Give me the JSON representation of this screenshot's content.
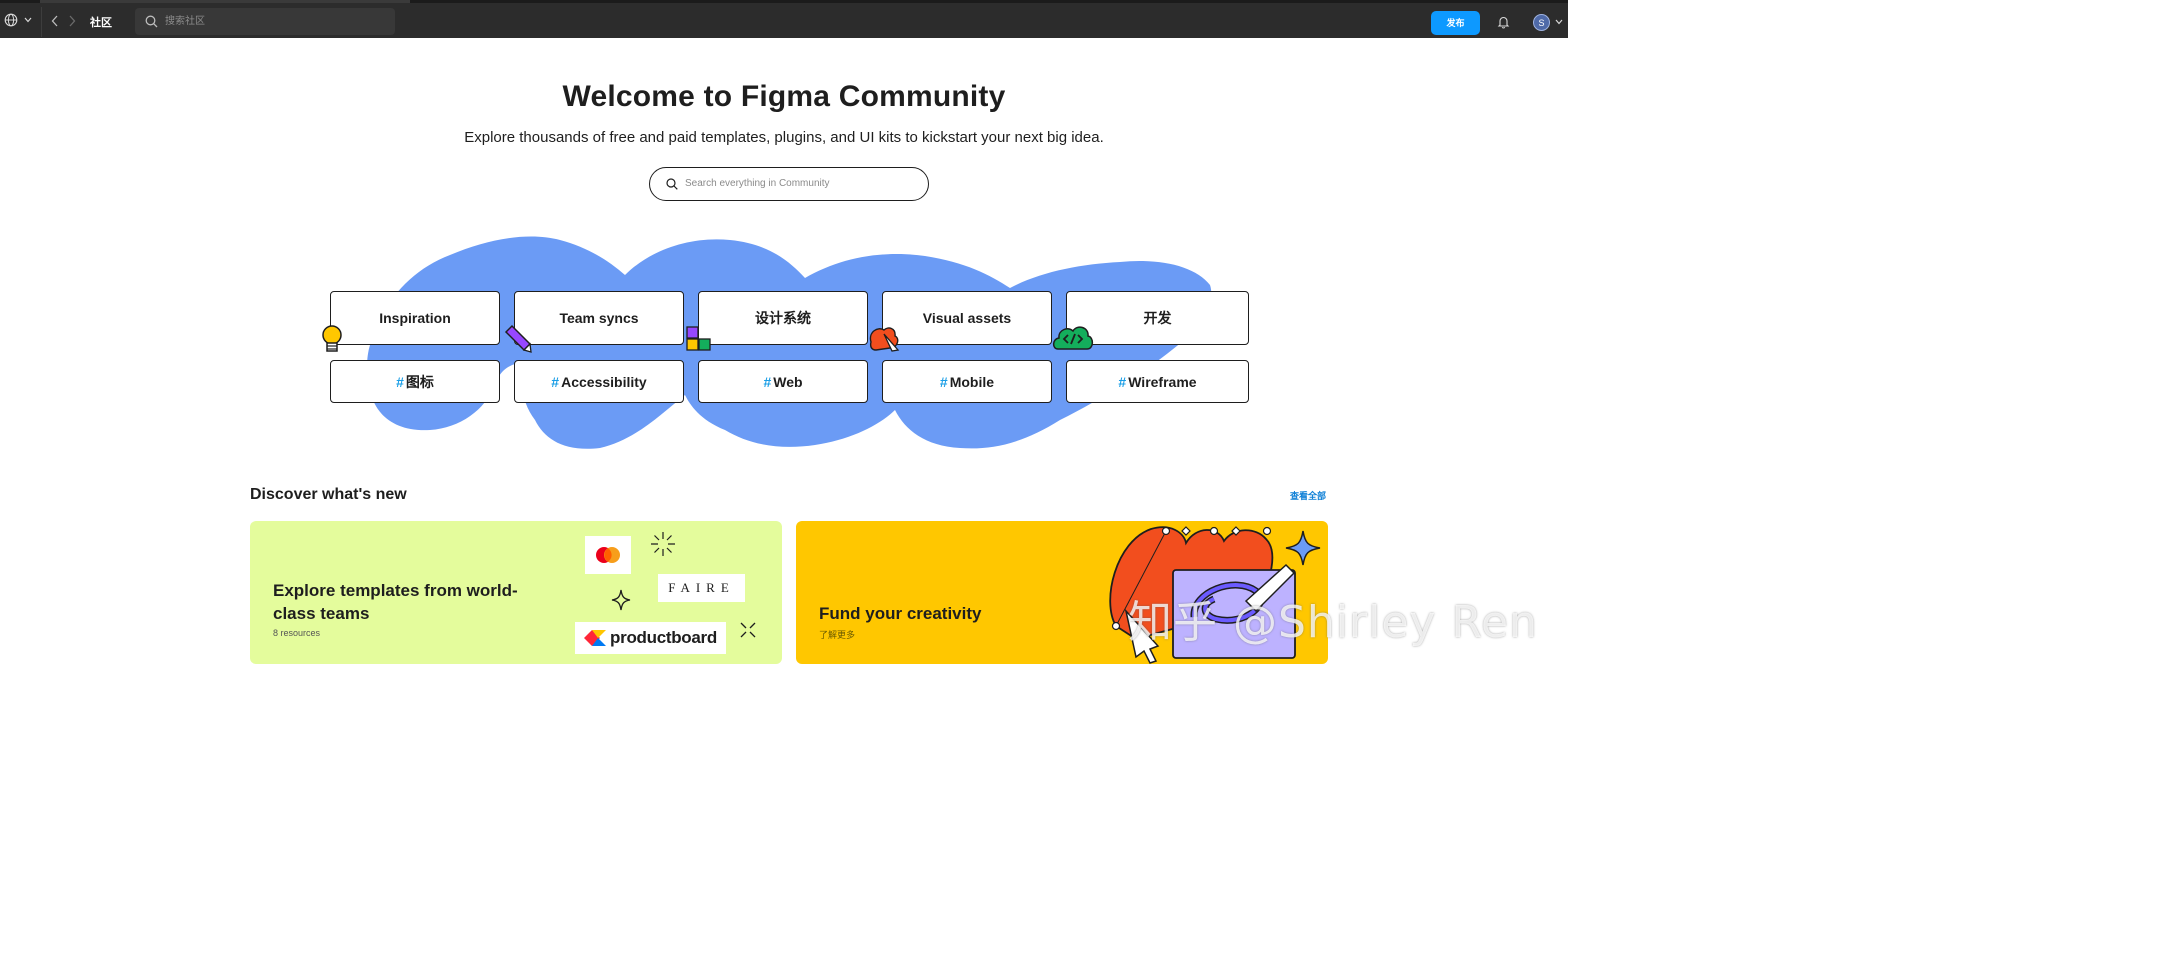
{
  "topbar": {
    "page_title": "社区",
    "search_placeholder": "搜索社区",
    "publish_label": "发布",
    "avatar_initial": "S",
    "icons": [
      "globe-icon",
      "chevron-down-icon",
      "back-arrow-icon",
      "forward-arrow-icon",
      "search-icon",
      "bell-icon",
      "chevron-down-icon"
    ]
  },
  "hero": {
    "title": "Welcome to Figma Community",
    "subtitle": "Explore thousands of free and paid templates, plugins, and UI kits to kickstart your next big idea.",
    "search_placeholder": "Search everything in Community"
  },
  "categories": [
    {
      "label": "Inspiration",
      "icon": "lightbulb-icon"
    },
    {
      "label": "Team syncs",
      "icon": "pencil-icon"
    },
    {
      "label": "设计系统",
      "icon": "blocks-icon"
    },
    {
      "label": "Visual assets",
      "icon": "pen-tool-icon"
    },
    {
      "label": "开发",
      "icon": "code-cloud-icon"
    }
  ],
  "tags": [
    {
      "hash": "#",
      "label": "图标"
    },
    {
      "hash": "#",
      "label": "Accessibility"
    },
    {
      "hash": "#",
      "label": "Web"
    },
    {
      "hash": "#",
      "label": "Mobile"
    },
    {
      "hash": "#",
      "label": "Wireframe"
    }
  ],
  "discover": {
    "title": "Discover what's new",
    "view_all": "查看全部",
    "cards": [
      {
        "title": "Explore templates from world-class teams",
        "subtitle": "8 resources",
        "logos": {
          "faire": "FAIRE",
          "productboard": "productboard"
        }
      },
      {
        "title": "Fund your creativity",
        "subtitle": "了解更多"
      }
    ]
  },
  "watermark": "知乎 @Shirley Ren",
  "colors": {
    "topbar": "#2c2c2c",
    "accent": "#0d99ff",
    "blob": "#6b9bf5",
    "card_green": "#e4fc9c",
    "card_yellow": "#ffc700",
    "hash": "#1a9ee6"
  }
}
